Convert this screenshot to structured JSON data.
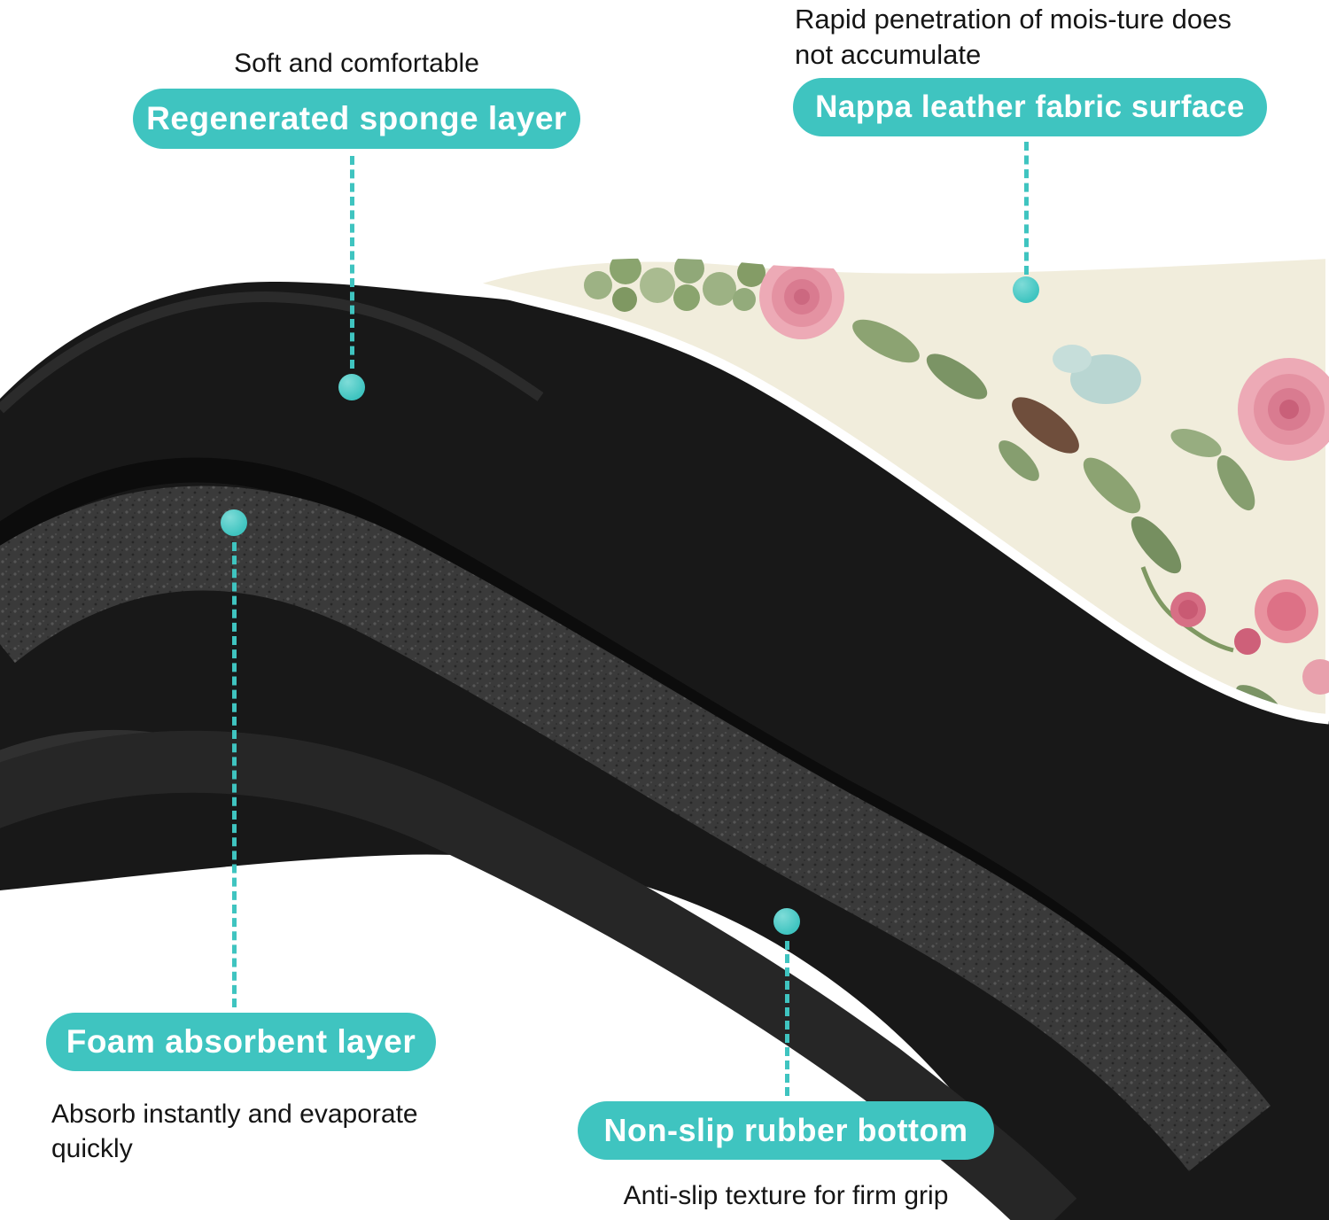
{
  "colors": {
    "accent": "#3fc4c0",
    "pill_text": "#ffffff",
    "body_text": "#151515",
    "mat_black": "#181818",
    "fabric_cream": "#f1eddc"
  },
  "callouts": {
    "sponge": {
      "note": "Soft and comfortable",
      "label": "Regenerated sponge layer"
    },
    "nappa": {
      "note": "Rapid penetration of mois-ture does not accumulate",
      "label": "Nappa leather fabric surface"
    },
    "foam": {
      "label": "Foam absorbent layer",
      "note": "Absorb instantly and evaporate quickly"
    },
    "rubber": {
      "label": "Non-slip rubber bottom",
      "note": "Anti-slip texture for firm grip"
    }
  }
}
